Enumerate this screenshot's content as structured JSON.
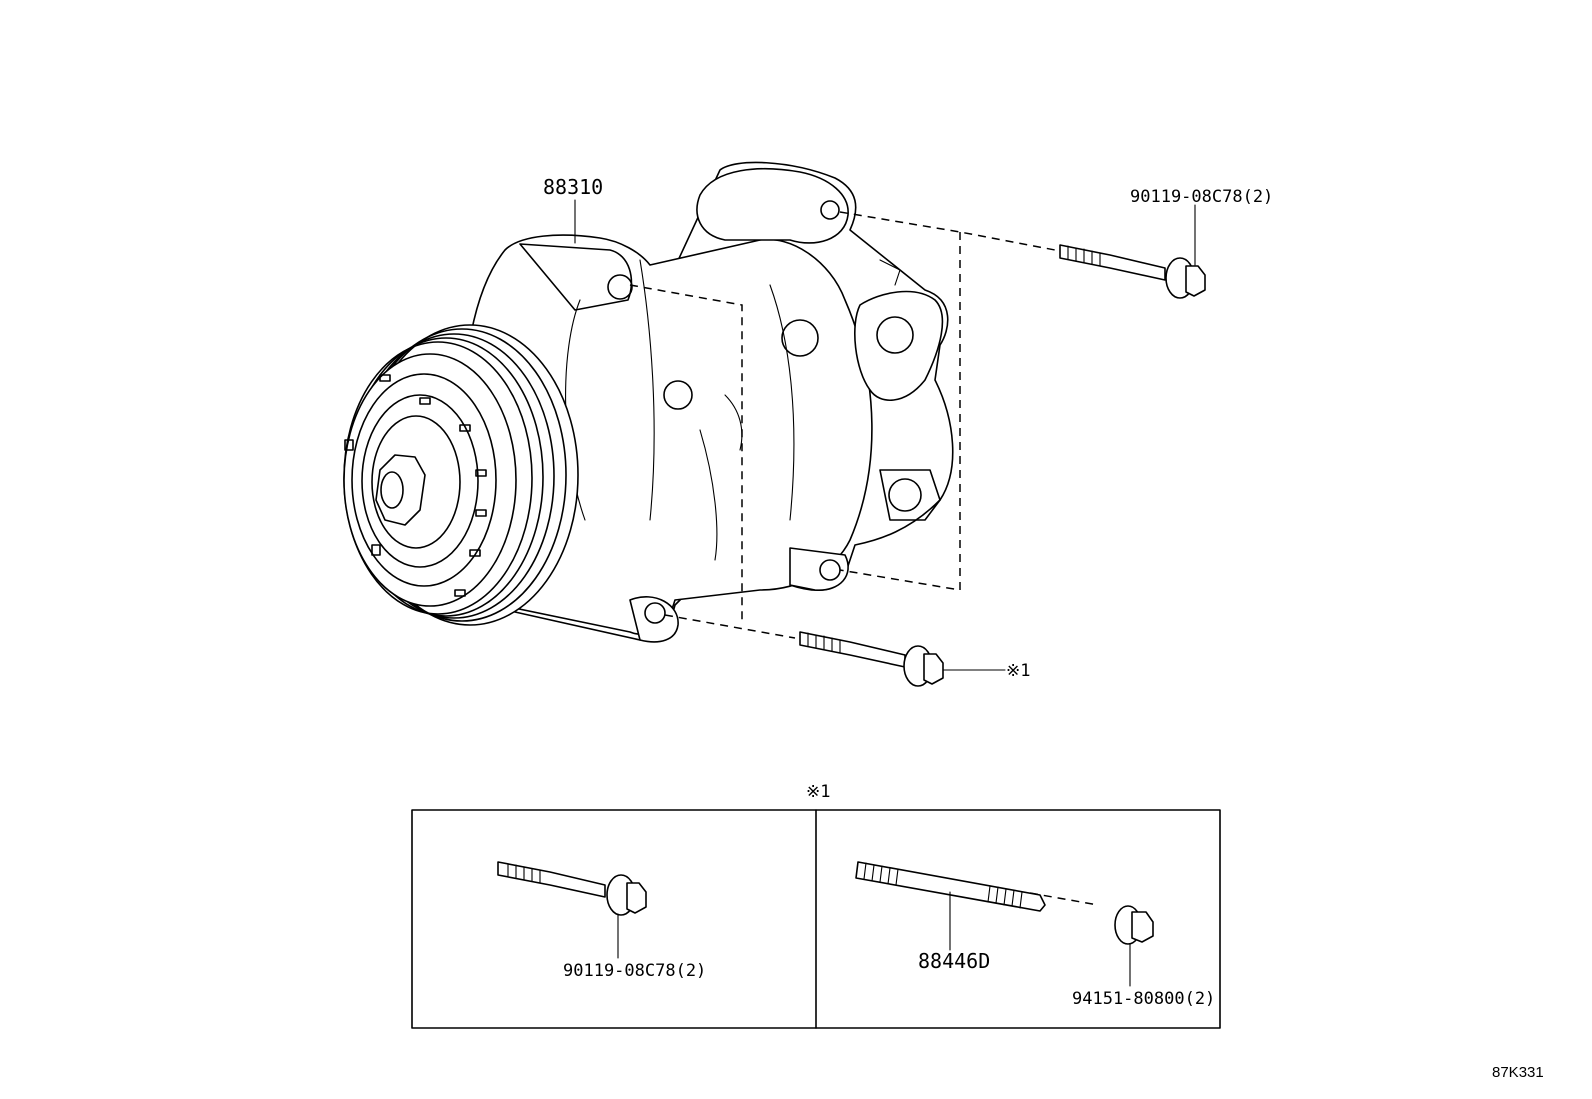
{
  "labels": {
    "compressor": "88310",
    "bolt_top": "90119-08C78(2)",
    "bolt_note": "※1",
    "inset_title": "※1",
    "inset_bolt": "90119-08C78(2)",
    "inset_stud": "88446D",
    "inset_nut": "94151-80800(2)",
    "diagram_code": "87K331"
  },
  "icons": [
    "compressor-icon",
    "pulley-icon",
    "bolt-icon",
    "stud-icon",
    "nut-icon"
  ]
}
